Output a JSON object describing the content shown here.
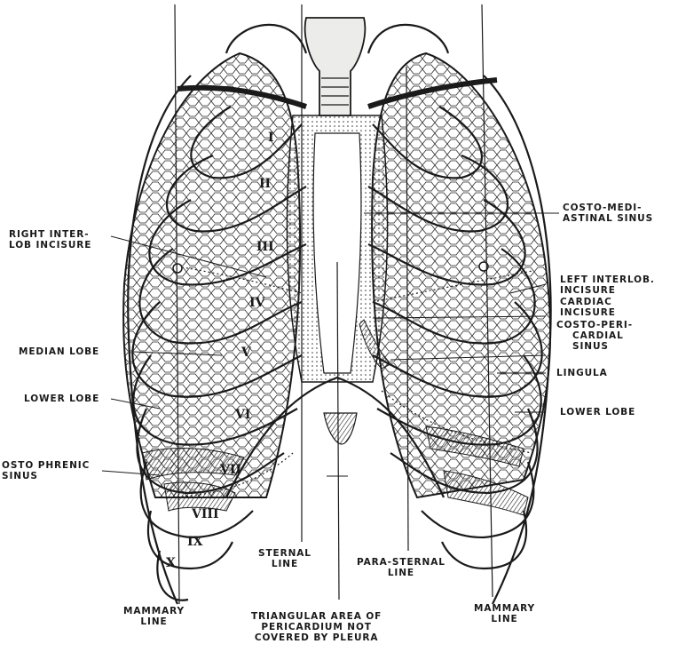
{
  "labels": {
    "right_interlob": [
      "RIGHT INTER-",
      "LOB INCISURE"
    ],
    "median_lobe": "MEDIAN LOBE",
    "lower_lobe_right": "LOWER LOBE",
    "costo_phrenic": [
      "OSTO PHRENIC",
      "SINUS"
    ],
    "mammary_right": [
      "MAMMARY",
      "LINE"
    ],
    "sternal": [
      "STERNAL",
      "LINE"
    ],
    "triangular": [
      "TRIANGULAR AREA OF",
      "PERICARDIUM NOT",
      "COVERED BY PLEURA"
    ],
    "para_sternal": [
      "PARA-STERNAL",
      "LINE"
    ],
    "mammary_left": [
      "MAMMARY",
      "LINE"
    ],
    "costo_medi": [
      "COSTO-MEDI-",
      "ASTINAL SINUS"
    ],
    "left_interlob": [
      "LEFT INTERLOB.",
      "INCISURE"
    ],
    "cardiac_incisure": [
      "CARDIAC",
      "INCISURE"
    ],
    "costo_peri": [
      "COSTO-PERI-",
      "CARDIAL",
      "SINUS"
    ],
    "lingula": "LINGULA",
    "lower_lobe_left": "LOWER LOBE"
  },
  "ribs": [
    "I",
    "II",
    "III",
    "IV",
    "V",
    "VI",
    "VII",
    "VIII",
    "IX",
    "X"
  ],
  "colors": {
    "ink": "#1a1a1a",
    "paper": "#ffffff",
    "fill": "#f4f4f2"
  }
}
